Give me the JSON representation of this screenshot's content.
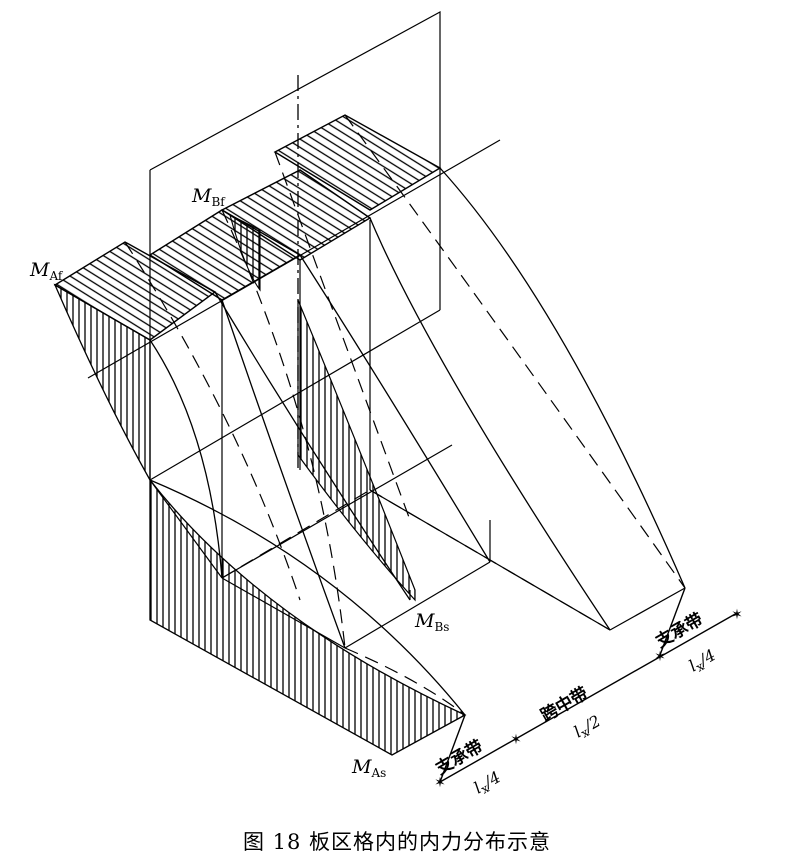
{
  "labels": {
    "m_af": {
      "main": "M",
      "sub": "Af"
    },
    "m_bf": {
      "main": "M",
      "sub": "Bf"
    },
    "m_bs": {
      "main": "M",
      "sub": "Bs"
    },
    "m_as": {
      "main": "M",
      "sub": "As"
    }
  },
  "strips": {
    "support_left": "支承带",
    "span_middle": "跨中带",
    "support_right": "支承带"
  },
  "dims": {
    "left": {
      "main": "l",
      "sub": "x",
      "rest": "/4"
    },
    "middle": {
      "main": "l",
      "sub": "x",
      "rest": "/2"
    },
    "right": {
      "main": "l",
      "sub": "x",
      "rest": "/4"
    }
  },
  "caption": "图 18   板区格内的内力分布示意"
}
